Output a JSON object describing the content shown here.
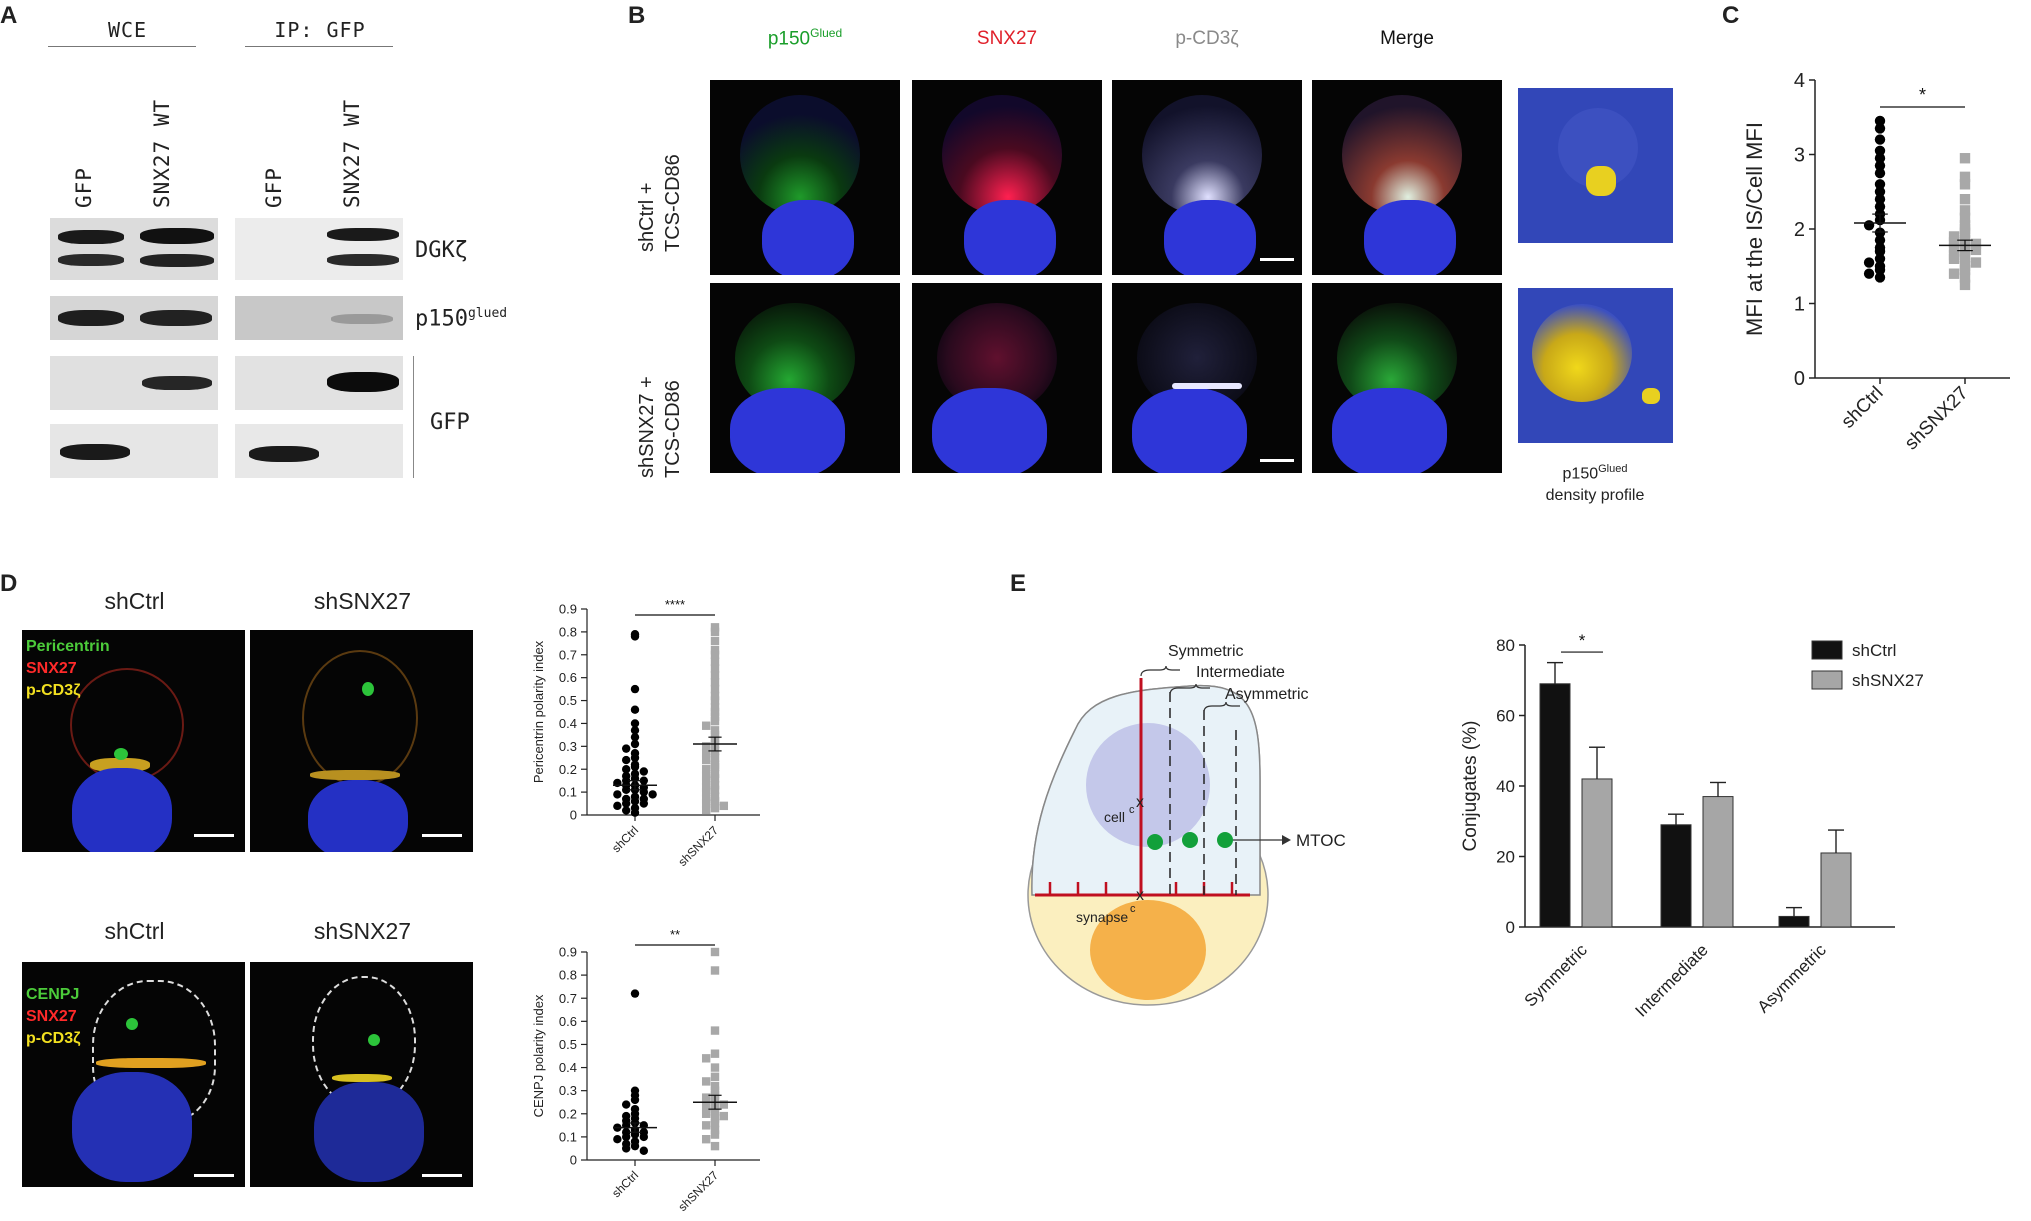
{
  "panels": {
    "A": {
      "letter": "A",
      "groups": [
        "WCE",
        "IP: GFP"
      ],
      "lanes": [
        "GFP",
        "SNX27 WT",
        "GFP",
        "SNX27 WT"
      ],
      "blots": [
        {
          "label": "DGKζ"
        },
        {
          "label": "p150",
          "sup": "glued"
        },
        {
          "label": "GFP"
        }
      ]
    },
    "B": {
      "letter": "B",
      "columns": [
        {
          "label": "p150",
          "sup": "Glued",
          "color": "#1a9e2a"
        },
        {
          "label": "SNX27",
          "sup": "",
          "color": "#e0202a"
        },
        {
          "label": "p-CD3ζ",
          "sup": "",
          "color": "#8a8a8a"
        },
        {
          "label": "Merge",
          "sup": "",
          "color": "#111111"
        }
      ],
      "rows": [
        {
          "line1": "shCtrl +",
          "line2": "TCS-CD86"
        },
        {
          "line1": "shSNX27 +",
          "line2": "TCS-CD86"
        }
      ],
      "density_caption_1": "p150",
      "density_caption_sup": "Glued",
      "density_caption_2": "density profile"
    },
    "C": {
      "letter": "C",
      "significance": "*"
    },
    "D": {
      "letter": "D",
      "top": {
        "titles": [
          "shCtrl",
          "shSNX27"
        ],
        "stains": [
          {
            "label": "Pericentrin",
            "color": "#4ccc3a"
          },
          {
            "label": "SNX27",
            "color": "#ff2a2a"
          },
          {
            "label": "p-CD3ζ",
            "color": "#f2e020"
          }
        ],
        "significance": "****"
      },
      "bottom": {
        "titles": [
          "shCtrl",
          "shSNX27"
        ],
        "stains": [
          {
            "label": "CENPJ",
            "color": "#4ccc3a"
          },
          {
            "label": "SNX27",
            "color": "#ff2a2a"
          },
          {
            "label": "p-CD3ζ",
            "color": "#f2e020"
          }
        ],
        "significance": "**"
      }
    },
    "E": {
      "letter": "E",
      "diagram": {
        "labels": [
          "Symmetric",
          "Intermediate",
          "Asymmetric"
        ],
        "cell_label": "cell",
        "synapse_label": "synapse",
        "centroid_sup": "c",
        "mtoc_label": "MTOC"
      },
      "significance": "*"
    }
  },
  "chart_data": [
    {
      "id": "C",
      "type": "scatter",
      "title": "",
      "xlabel": "",
      "ylabel": "MFI at the IS/Cell MFI",
      "categories": [
        "shCtrl",
        "shSNX27"
      ],
      "ylim": [
        0,
        4
      ],
      "yticks": [
        0,
        1,
        2,
        3,
        4
      ],
      "series": [
        {
          "name": "shCtrl",
          "color": "#000000",
          "marker": "circle",
          "values": [
            3.45,
            3.35,
            3.2,
            3.05,
            2.95,
            2.85,
            2.75,
            2.6,
            2.5,
            2.4,
            2.3,
            2.2,
            2.12,
            2.05,
            1.95,
            1.85,
            1.75,
            1.7,
            1.6,
            1.55,
            1.5,
            1.45,
            1.4,
            1.35
          ],
          "mean": 2.08,
          "sem": 0.12
        },
        {
          "name": "shSNX27",
          "color": "#a8a8a8",
          "marker": "square",
          "values": [
            2.95,
            2.7,
            2.6,
            2.4,
            2.25,
            2.15,
            2.05,
            2.0,
            1.95,
            1.9,
            1.85,
            1.82,
            1.8,
            1.78,
            1.75,
            1.72,
            1.7,
            1.65,
            1.62,
            1.6,
            1.55,
            1.5,
            1.45,
            1.4,
            1.35,
            1.25
          ],
          "mean": 1.78,
          "sem": 0.07
        }
      ]
    },
    {
      "id": "D-top",
      "type": "scatter",
      "title": "",
      "xlabel": "",
      "ylabel": "Pericentrin polarity index",
      "categories": [
        "shCtrl",
        "shSNX27"
      ],
      "ylim": [
        0,
        0.9
      ],
      "yticks": [
        0,
        0.1,
        0.2,
        0.3,
        0.4,
        0.5,
        0.6,
        0.7,
        0.8,
        0.9
      ],
      "series": [
        {
          "name": "shCtrl",
          "color": "#000000",
          "marker": "circle",
          "values": [
            0.79,
            0.78,
            0.55,
            0.46,
            0.4,
            0.37,
            0.34,
            0.31,
            0.29,
            0.27,
            0.25,
            0.24,
            0.22,
            0.21,
            0.2,
            0.19,
            0.18,
            0.17,
            0.16,
            0.15,
            0.15,
            0.14,
            0.13,
            0.13,
            0.12,
            0.11,
            0.11,
            0.1,
            0.09,
            0.09,
            0.08,
            0.07,
            0.07,
            0.06,
            0.05,
            0.05,
            0.04,
            0.03,
            0.02,
            0.01
          ],
          "mean": 0.13,
          "sem": 0.02
        },
        {
          "name": "shSNX27",
          "color": "#a8a8a8",
          "marker": "square",
          "values": [
            0.82,
            0.8,
            0.76,
            0.72,
            0.7,
            0.67,
            0.64,
            0.61,
            0.58,
            0.55,
            0.52,
            0.5,
            0.47,
            0.45,
            0.43,
            0.41,
            0.39,
            0.37,
            0.35,
            0.33,
            0.31,
            0.3,
            0.28,
            0.27,
            0.25,
            0.24,
            0.22,
            0.21,
            0.2,
            0.18,
            0.17,
            0.16,
            0.15,
            0.13,
            0.12,
            0.11,
            0.1,
            0.08,
            0.07,
            0.06,
            0.05,
            0.04,
            0.03,
            0.02
          ],
          "mean": 0.31,
          "sem": 0.03
        }
      ]
    },
    {
      "id": "D-bottom",
      "type": "scatter",
      "title": "",
      "xlabel": "",
      "ylabel": "CENPJ polarity index",
      "categories": [
        "shCtrl",
        "shSNX27"
      ],
      "ylim": [
        0,
        0.9
      ],
      "yticks": [
        0,
        0.1,
        0.2,
        0.3,
        0.4,
        0.5,
        0.6,
        0.7,
        0.8,
        0.9
      ],
      "series": [
        {
          "name": "shCtrl",
          "color": "#000000",
          "marker": "circle",
          "values": [
            0.72,
            0.3,
            0.28,
            0.26,
            0.24,
            0.22,
            0.2,
            0.19,
            0.18,
            0.17,
            0.16,
            0.15,
            0.15,
            0.14,
            0.13,
            0.12,
            0.12,
            0.11,
            0.1,
            0.1,
            0.09,
            0.08,
            0.07,
            0.06,
            0.05,
            0.04
          ],
          "mean": 0.14,
          "sem": 0.02
        },
        {
          "name": "shSNX27",
          "color": "#a8a8a8",
          "marker": "square",
          "values": [
            0.9,
            0.82,
            0.56,
            0.46,
            0.44,
            0.4,
            0.36,
            0.34,
            0.32,
            0.3,
            0.28,
            0.27,
            0.26,
            0.25,
            0.24,
            0.23,
            0.22,
            0.21,
            0.2,
            0.19,
            0.18,
            0.16,
            0.15,
            0.13,
            0.11,
            0.09,
            0.06
          ],
          "mean": 0.25,
          "sem": 0.03
        }
      ]
    },
    {
      "id": "E",
      "type": "bar",
      "title": "",
      "xlabel": "",
      "ylabel": "Conjugates (%)",
      "categories": [
        "Symmetric",
        "Intermediate",
        "Asymmetric"
      ],
      "ylim": [
        0,
        80
      ],
      "yticks": [
        0,
        20,
        40,
        60,
        80
      ],
      "legend": "top-right",
      "series": [
        {
          "name": "shCtrl",
          "color": "#111111",
          "values": [
            69,
            29,
            3
          ],
          "errors": [
            6,
            3,
            2.5
          ]
        },
        {
          "name": "shSNX27",
          "color": "#a6a6a6",
          "values": [
            42,
            37,
            21
          ],
          "errors": [
            9,
            4,
            6.5
          ]
        }
      ]
    }
  ]
}
